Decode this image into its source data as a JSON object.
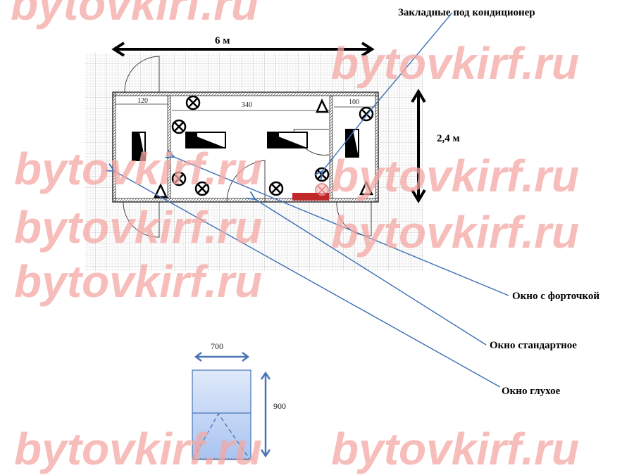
{
  "watermark": "bytovkirf.ru",
  "labels": {
    "conditioner": "Закладные под кондиционер",
    "length": "6 м",
    "width": "2,4 м",
    "window_vent": "Окно с форточкой",
    "window_standard": "Окно стандартное",
    "window_fixed": "Окно глухое"
  },
  "plan_dimensions": {
    "left_room": "120",
    "middle_room": "340",
    "right_room": "100"
  },
  "window_dimensions": {
    "width": "700",
    "height": "900"
  },
  "colors": {
    "watermark": "#f4a7a4",
    "leader": "#3a6fb5",
    "heater": "#c0282a",
    "window_fill": "#b9d0f3"
  }
}
